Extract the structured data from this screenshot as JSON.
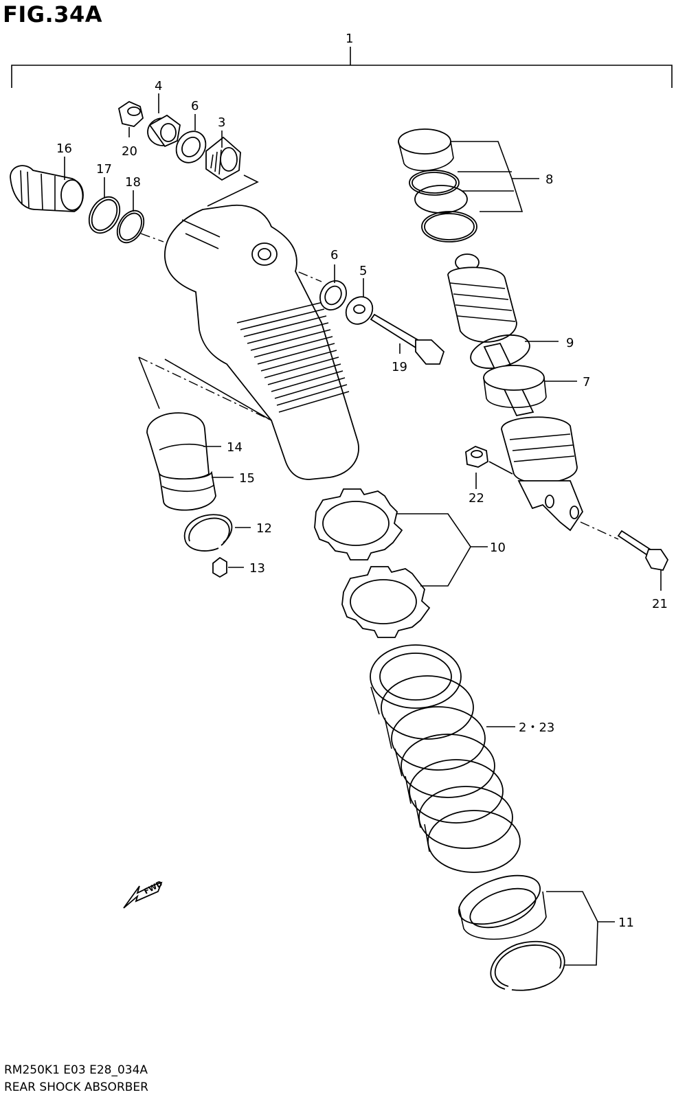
{
  "figure": {
    "title": "FIG.34A",
    "code": "RM250K1 E03 E28_034A",
    "name": "REAR SHOCK ABSORBER",
    "fwd_label": "FWD"
  },
  "callouts": [
    {
      "id": "c1",
      "text": "1"
    },
    {
      "id": "c2",
      "text": "4"
    },
    {
      "id": "c3",
      "text": "6"
    },
    {
      "id": "c4",
      "text": "3"
    },
    {
      "id": "c5",
      "text": "20"
    },
    {
      "id": "c6",
      "text": "16"
    },
    {
      "id": "c7",
      "text": "17"
    },
    {
      "id": "c8",
      "text": "18"
    },
    {
      "id": "c9",
      "text": "8"
    },
    {
      "id": "c10",
      "text": "6"
    },
    {
      "id": "c11",
      "text": "5"
    },
    {
      "id": "c12",
      "text": "19"
    },
    {
      "id": "c13",
      "text": "9"
    },
    {
      "id": "c14",
      "text": "7"
    },
    {
      "id": "c15",
      "text": "14"
    },
    {
      "id": "c16",
      "text": "15"
    },
    {
      "id": "c17",
      "text": "12"
    },
    {
      "id": "c18",
      "text": "13"
    },
    {
      "id": "c19",
      "text": "22"
    },
    {
      "id": "c20",
      "text": "10"
    },
    {
      "id": "c21",
      "text": "21"
    },
    {
      "id": "c22",
      "text": "2・23"
    },
    {
      "id": "c23",
      "text": "11"
    }
  ]
}
